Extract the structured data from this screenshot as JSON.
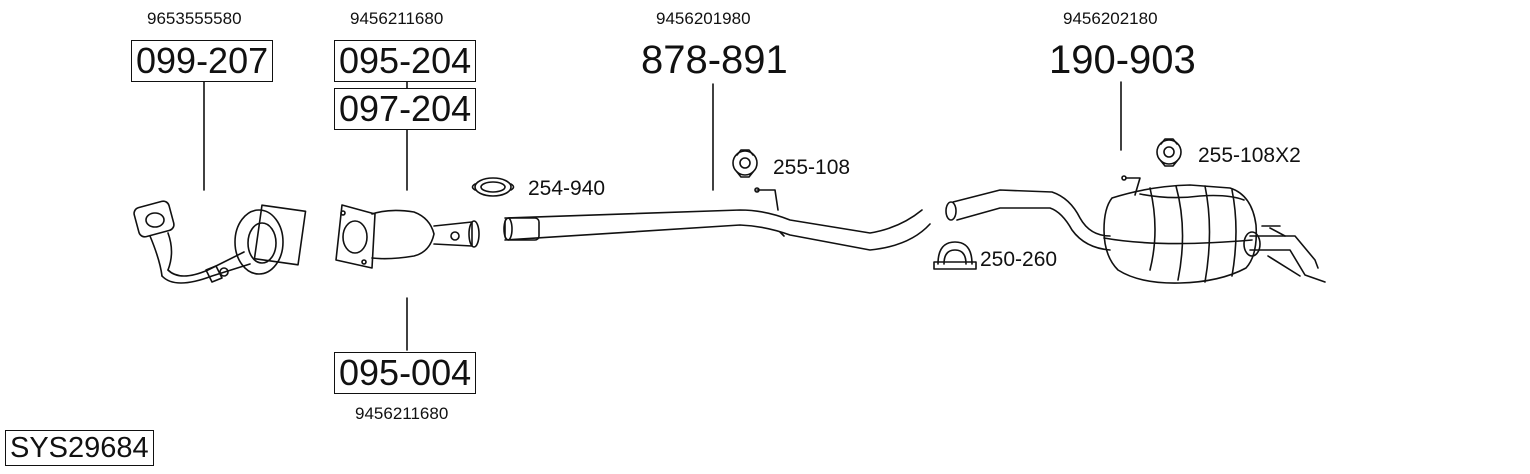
{
  "diagram": {
    "system_code": "SYS29684",
    "parts": [
      {
        "oem": "9653555580",
        "code": "099-207"
      },
      {
        "oem": "9456211680",
        "codes": [
          "095-204",
          "097-204"
        ]
      },
      {
        "oem": "9456211680",
        "code": "095-004"
      },
      {
        "oem": "9456201980",
        "code": "878-891"
      },
      {
        "oem": "9456202180",
        "code": "190-903"
      }
    ],
    "accessories": [
      {
        "code": "254-940",
        "icon": "clamp-ring-icon"
      },
      {
        "code": "255-108",
        "icon": "rubber-hanger-icon"
      },
      {
        "code": "250-260",
        "icon": "u-bolt-clamp-icon"
      },
      {
        "code": "255-108X2",
        "icon": "rubber-hanger-icon"
      }
    ],
    "colors": {
      "line": "#111111",
      "background": "#ffffff"
    }
  }
}
